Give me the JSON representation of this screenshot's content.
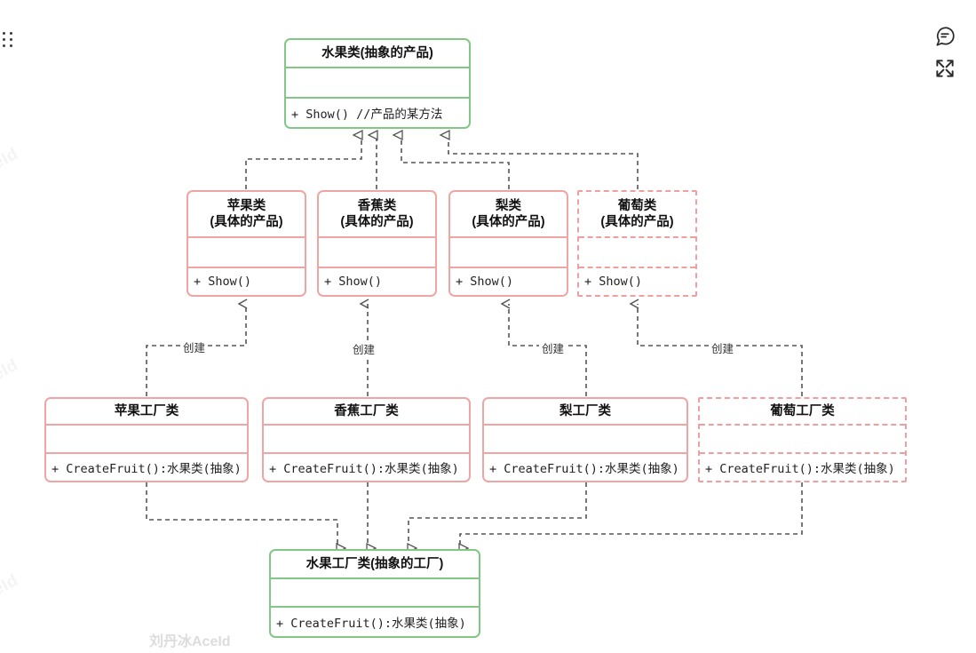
{
  "page": {
    "title": "水果工厂类 UML 类图",
    "background": "#ffffff"
  },
  "colors": {
    "abstract_border": "#83c787",
    "concrete_border": "#f0a5a5",
    "new_border": "#ef9f9f",
    "connector": "#555555",
    "text": "#111111"
  },
  "toolbar": {
    "drag_handle_name": "drag-handle",
    "comment_icon": "comment-icon",
    "fullscreen_icon": "fullscreen-icon"
  },
  "watermarks": {
    "side": "eId",
    "main": "刘丹冰AceId"
  },
  "diagram": {
    "type": "uml-class-diagram",
    "abstract_product": {
      "title": "水果类(抽象的产品)",
      "attributes": "",
      "operations": "+ Show() //产品的某方法",
      "style": "green"
    },
    "concrete_products": [
      {
        "title_line1": "苹果类",
        "title_line2": "(具体的产品)",
        "attributes": "",
        "operations": "+ Show()",
        "style": "pink"
      },
      {
        "title_line1": "香蕉类",
        "title_line2": "(具体的产品)",
        "attributes": "",
        "operations": "+ Show()",
        "style": "pink"
      },
      {
        "title_line1": "梨类",
        "title_line2": "(具体的产品)",
        "attributes": "",
        "operations": "+ Show()",
        "style": "pink"
      },
      {
        "title_line1": "葡萄类",
        "title_line2": "(具体的产品)",
        "attributes": "",
        "operations": "+ Show()",
        "style": "pink-dashed"
      }
    ],
    "concrete_factories": [
      {
        "title": "苹果工厂类",
        "attributes": "",
        "operations": "+ CreateFruit():水果类(抽象)",
        "style": "pink"
      },
      {
        "title": "香蕉工厂类",
        "attributes": "",
        "operations": "+ CreateFruit():水果类(抽象)",
        "style": "pink"
      },
      {
        "title": "梨工厂类",
        "attributes": "",
        "operations": "+ CreateFruit():水果类(抽象)",
        "style": "pink"
      },
      {
        "title": "葡萄工厂类",
        "attributes": "",
        "operations": "+ CreateFruit():水果类(抽象)",
        "style": "pink-dashed"
      }
    ],
    "abstract_factory": {
      "title": "水果工厂类(抽象的工厂)",
      "attributes": "",
      "operations": "+ CreateFruit():水果类(抽象)",
      "style": "green"
    },
    "edge_labels": {
      "create_1": "创建",
      "create_2": "创建",
      "create_3": "创建",
      "create_4": "创建"
    }
  }
}
